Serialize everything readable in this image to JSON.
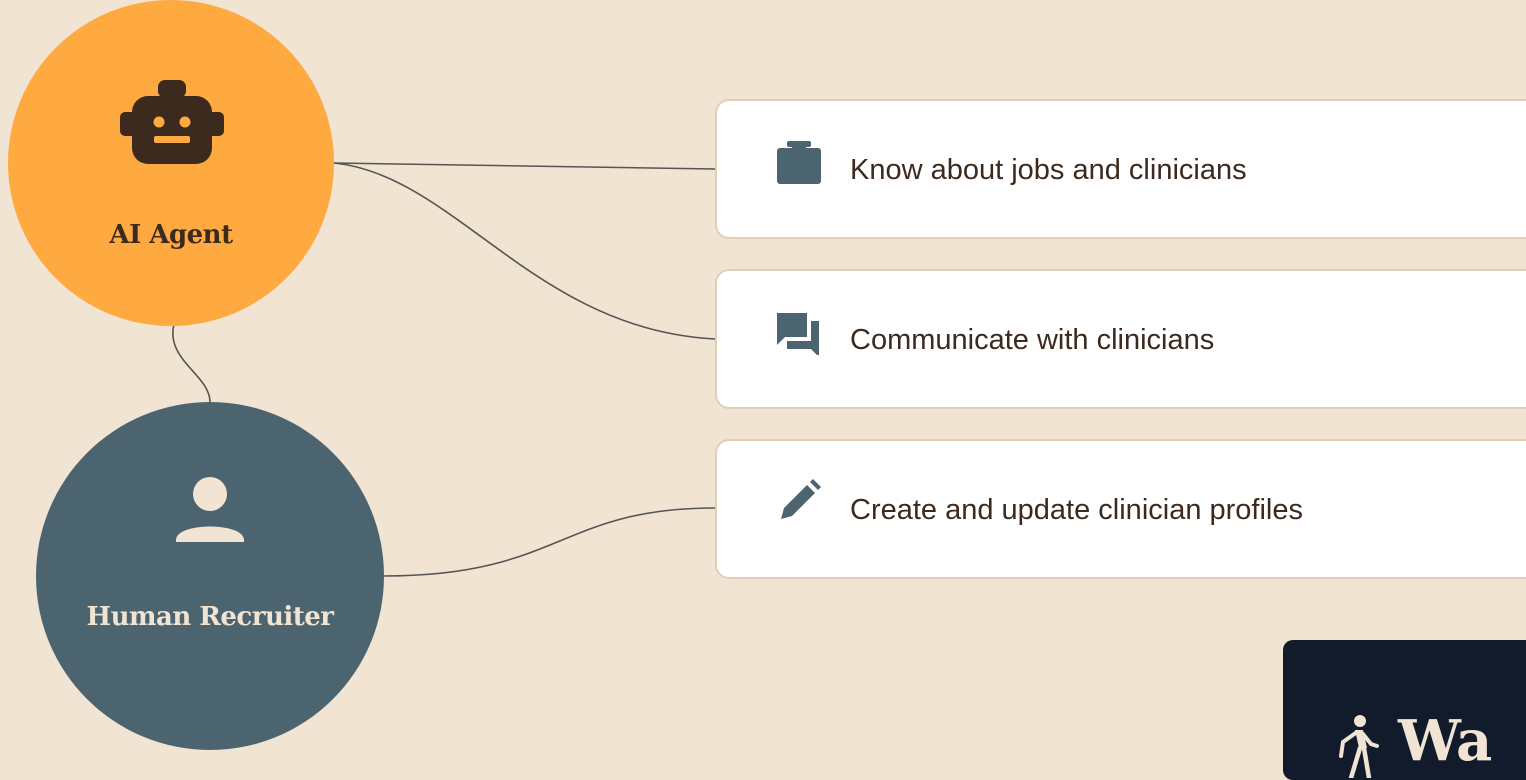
{
  "nodes": {
    "ai_agent": {
      "label": "AI Agent",
      "icon": "robot-icon",
      "color": "#FFAA40"
    },
    "human_recruiter": {
      "label": "Human Recruiter",
      "icon": "person-icon",
      "color": "#4C6470"
    }
  },
  "capabilities": [
    {
      "label": "Know about jobs and clinicians",
      "icon": "briefcase-icon"
    },
    {
      "label": "Communicate with clinicians",
      "icon": "chat-icon"
    },
    {
      "label": "Create and update clinician profiles",
      "icon": "pencil-icon"
    }
  ],
  "banner": {
    "text": "Wa",
    "icon": "walking-person-icon"
  },
  "colors": {
    "background": "#F1E4D3",
    "card_border": "#E2D0B6",
    "text_dark": "#3D2A1E",
    "icon_slate": "#4C6470",
    "banner_bg": "#111B2C",
    "connector": "#555555"
  }
}
